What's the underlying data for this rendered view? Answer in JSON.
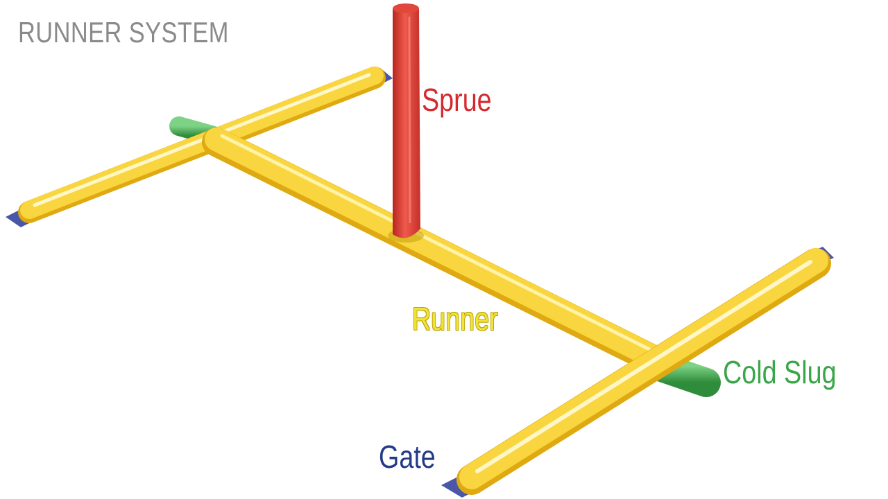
{
  "title": "RUNNER SYSTEM",
  "labels": {
    "sprue": "Sprue",
    "runner": "Runner",
    "cold_slug": "Cold Slug",
    "gate": "Gate"
  },
  "colors": {
    "sprue": "#d93a32",
    "runner": "#f5c623",
    "cold_slug": "#3fa94b",
    "gate": "#4a57a8",
    "title": "#8a8a8a",
    "sprue_label": "#d42a2f",
    "runner_label": "#f2e23a",
    "cold_slug_label": "#3aa64a",
    "gate_label": "#233a86"
  }
}
